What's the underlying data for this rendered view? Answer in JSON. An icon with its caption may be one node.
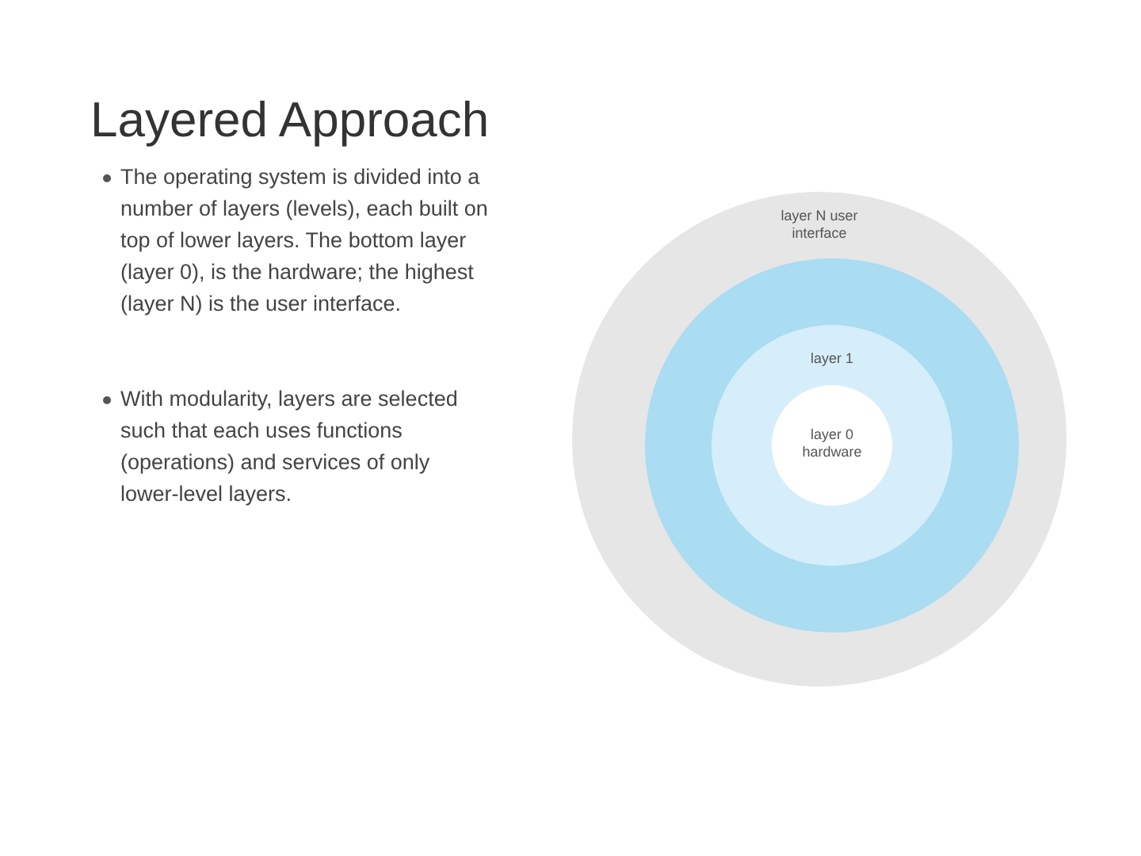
{
  "diagram": {
    "title": "Layered Approach",
    "nodes": [
      {
        "text": [
          "layer N user interface"
        ]
      },
      {
        "text": [],
        "shape": "circle",
        "in": 0
      },
      {
        "text": [
          "layer 1"
        ],
        "in": 1
      },
      {
        "text": [
          "layer 0 hardware"
        ],
        "in": 2
      }
    ],
    "labels": [
      "The operating system is divided into a number of layers (levels), each built on top of lower layers. The bottom layer (layer 0), is the hardware; the highest (layer N) is the user interface.",
      "With modularity, layers are selected such that each uses functions (operations) and services of only lower-level layers."
    ]
  }
}
